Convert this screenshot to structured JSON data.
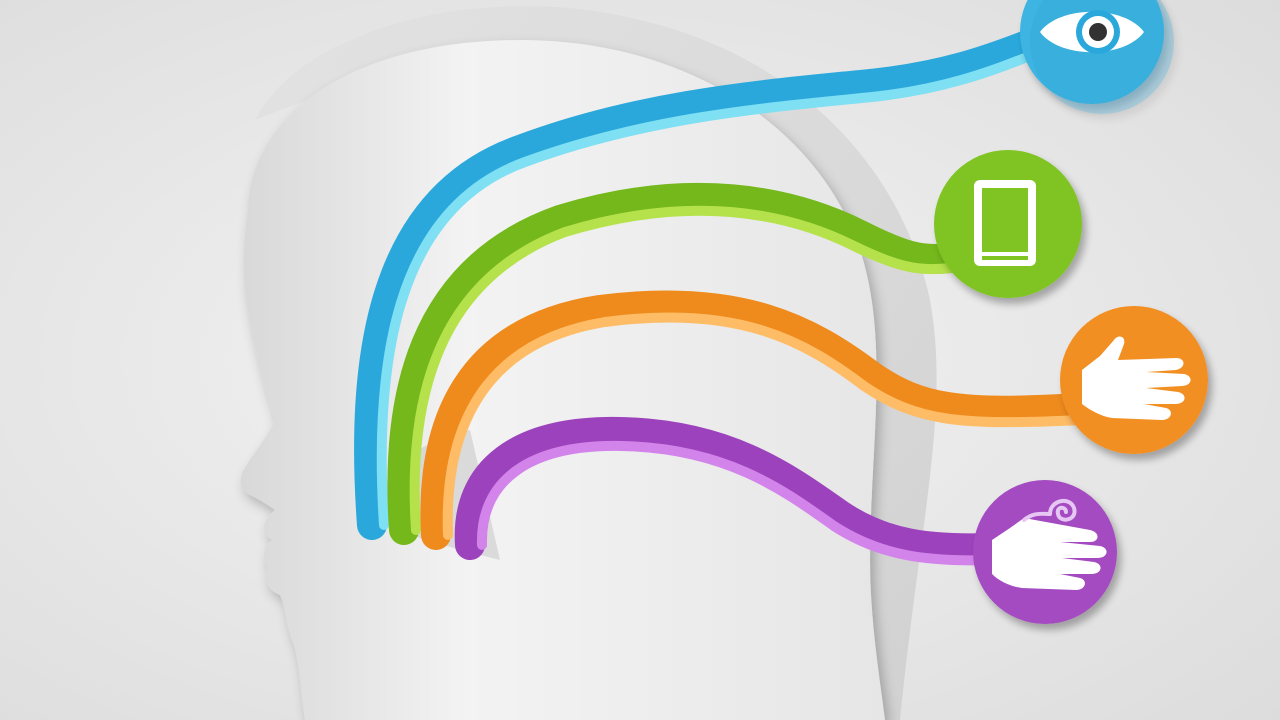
{
  "illustration": {
    "background_color": "#e9e9e9",
    "head_color": "#f4f4f4",
    "channels": [
      {
        "name": "sight",
        "icon": "eye-icon",
        "color": "#3fb6e4",
        "highlight": "#8ee4f4"
      },
      {
        "name": "reading",
        "icon": "book-icon",
        "color": "#7fc420",
        "highlight": "#b6e454"
      },
      {
        "name": "touch",
        "icon": "hand-icon",
        "color": "#f28f24",
        "highlight": "#ffb75c"
      },
      {
        "name": "smell",
        "icon": "hand-with-swirl-icon",
        "color": "#a44cc2",
        "highlight": "#d07ee4"
      }
    ]
  }
}
